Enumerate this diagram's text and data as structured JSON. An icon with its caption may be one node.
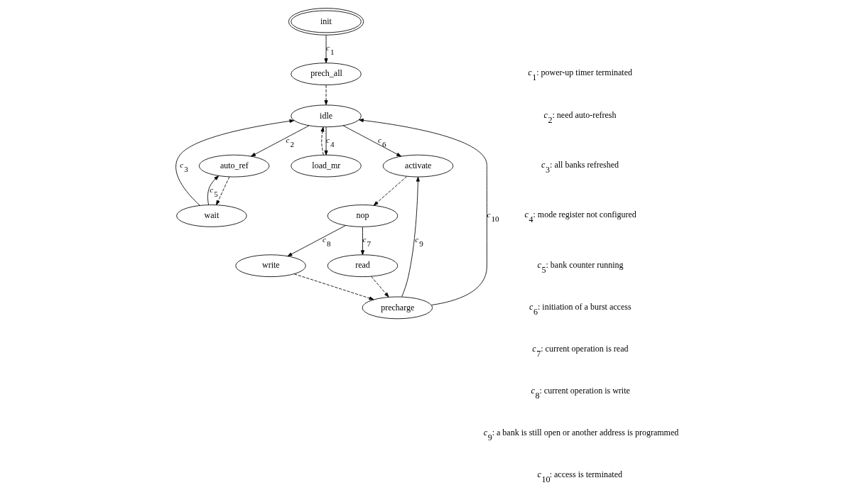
{
  "diagram": {
    "nodes": [
      {
        "text": [
          "init"
        ]
      },
      {
        "text": [
          "prech_all"
        ]
      },
      {
        "text": [
          "load_mr"
        ]
      },
      {
        "text": [
          "idle"
        ]
      },
      {
        "text": [
          "auto_ref"
        ]
      },
      {
        "text": [
          "wait"
        ]
      },
      {
        "text": [
          "activate"
        ]
      },
      {
        "text": [
          "nop"
        ]
      },
      {
        "text": [
          "read"
        ]
      },
      {
        "text": [
          "write"
        ]
      },
      {
        "text": [
          "precharge"
        ]
      }
    ],
    "edges": [
      {
        "from": 0,
        "to": 1,
        "arrow": "to",
        "label": "*c*$_{1}$"
      },
      {
        "from": 1,
        "to": 3,
        "arrow": "to",
        "style": "dashed"
      },
      {
        "from": 3,
        "to": 2,
        "arrow": "to",
        "label": "*c*$_{4}$"
      },
      {
        "from": 2,
        "to": 3,
        "arrow": "to",
        "style": "dashed"
      },
      {
        "from": 3,
        "to": 4,
        "arrow": "to",
        "label": "*c*$_{2}$"
      },
      {
        "from": 4,
        "to": 5,
        "arrow": "to",
        "style": "dashed"
      },
      {
        "from": 5,
        "to": 4,
        "arrow": "to",
        "label": "*c*$_{5}$"
      },
      {
        "from": 5,
        "to": 3,
        "arrow": "to",
        "label": "*c*$_{3}$"
      },
      {
        "from": 3,
        "to": 6,
        "arrow": "to",
        "label": "*c*$_{6}$"
      },
      {
        "from": 6,
        "to": 7,
        "arrow": "to",
        "style": "dashed"
      },
      {
        "from": 7,
        "to": 8,
        "arrow": "to",
        "label": "*c*$_{7}$"
      },
      {
        "from": 7,
        "to": 9,
        "arrow": "to",
        "label": "*c*$_{8}$"
      },
      {
        "from": 8,
        "to": 10,
        "arrow": "to",
        "style": "dashed"
      },
      {
        "from": 9,
        "to": 10,
        "arrow": "to",
        "style": "dashed"
      },
      {
        "from": 10,
        "to": 6,
        "arrow": "to",
        "label": "*c*$_{9}$"
      },
      {
        "from": 10,
        "to": 3,
        "arrow": "to",
        "label": "*c*$_{10}$"
      }
    ],
    "labels": [
      "*c*$_{1}$: power-up timer terminated",
      "*c*$_{2}$: need auto-refresh",
      "*c*$_{3}$: all banks refreshed",
      "*c*$_{4}$: mode register not configured",
      "*c*$_{5}$: bank counter running",
      "*c*$_{6}$: initiation of a burst access",
      "*c*$_{7}$: current operation is read",
      "*c*$_{8}$: current operation is write",
      "*c*$_{9}$: a bank is still open or another address is programmed",
      "*c*$_{10}$: access is terminated"
    ]
  }
}
